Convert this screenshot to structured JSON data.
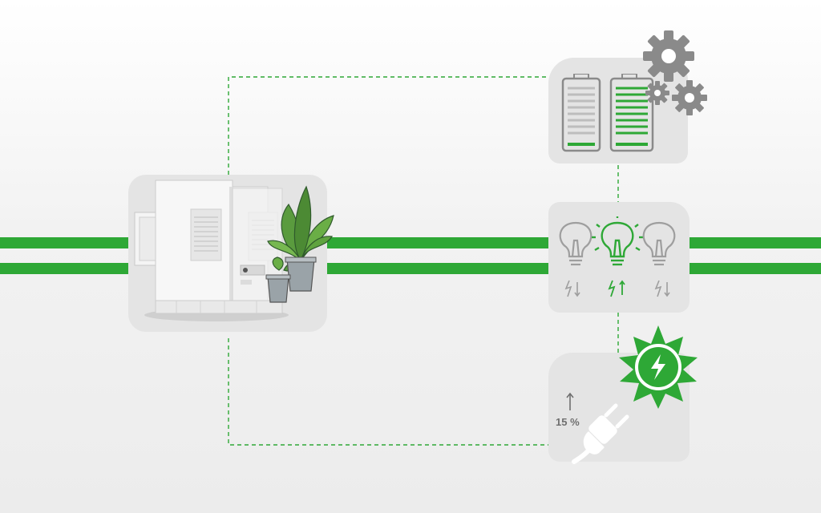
{
  "colors": {
    "green": "#2ea836",
    "gray": "#8a8a8a",
    "light_gray": "#bdbdbd",
    "panel": "#e4e4e4",
    "dark_gray": "#666666"
  },
  "icons": {
    "storage_cabinet": "energy-storage-cabinet-image",
    "plants": "potted-plant-image",
    "batteries": "battery-icon",
    "gears": "gear-icon",
    "bulbs": "light-bulb-icon",
    "sun": "sun-badge-icon",
    "plug": "power-plug-icon"
  },
  "peak_shaving": {
    "increase_label": "15 %"
  }
}
